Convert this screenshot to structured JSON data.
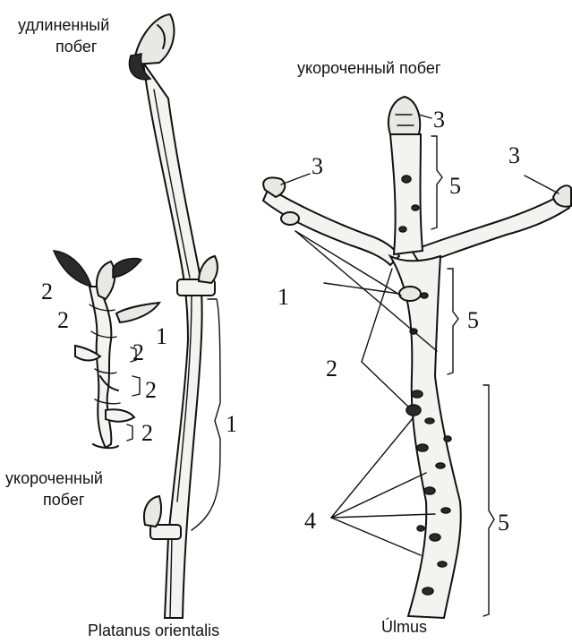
{
  "left_panel": {
    "species": "Platanus orientalis",
    "long_shoot_line1": "удлиненный",
    "long_shoot_line2": "побег",
    "short_shoot_line1": "укороченный",
    "short_shoot_line2": "побег",
    "markers": {
      "n1": "1",
      "n2": "2"
    }
  },
  "right_panel": {
    "species": "Úlmus",
    "short_shoot_title": "укороченный побег",
    "markers": {
      "n1": "1",
      "n2": "2",
      "n3": "3",
      "n4": "4",
      "n5": "5"
    }
  }
}
